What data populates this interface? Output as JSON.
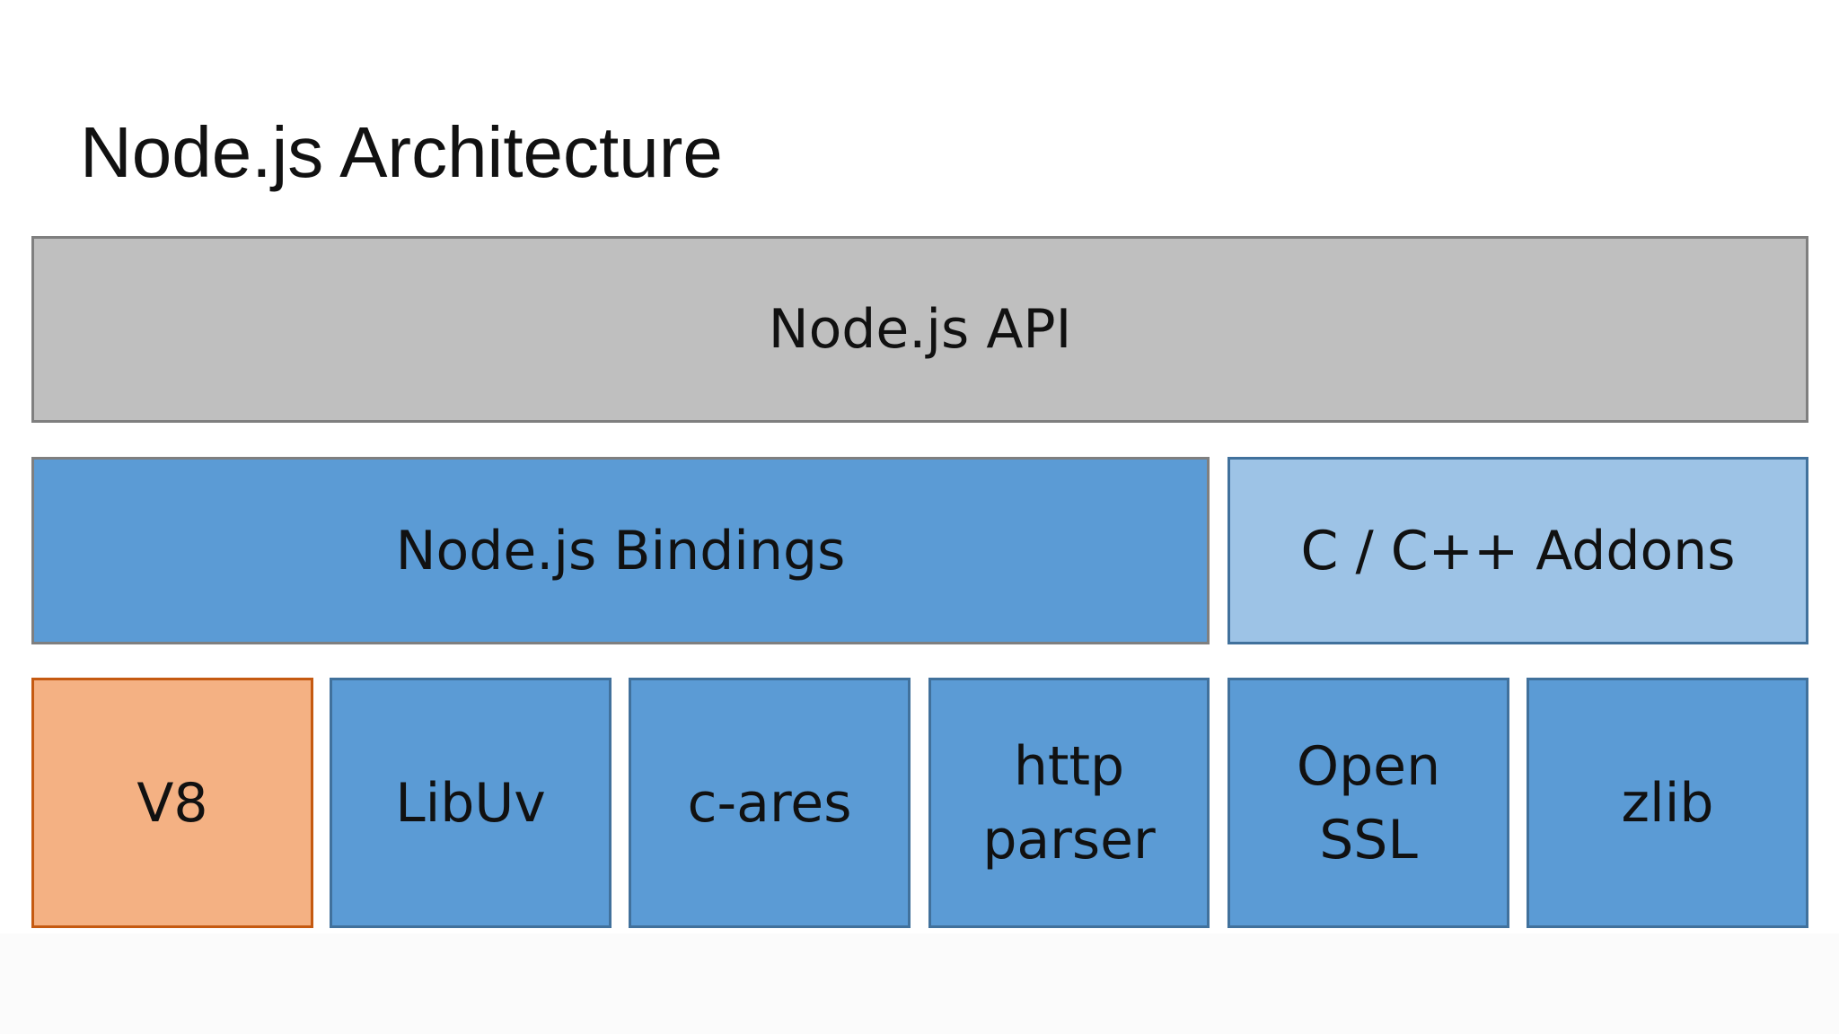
{
  "slide": {
    "title": "Node.js Architecture"
  },
  "layers": {
    "api": {
      "label": "Node.js API"
    },
    "bindings": {
      "label": "Node.js Bindings"
    },
    "addons": {
      "label": "C / C++ Addons"
    }
  },
  "dependencies": [
    {
      "lines": [
        "V8"
      ],
      "kind": "engine"
    },
    {
      "lines": [
        "LibUv"
      ],
      "kind": "library"
    },
    {
      "lines": [
        "c-ares"
      ],
      "kind": "library"
    },
    {
      "lines": [
        "http",
        "parser"
      ],
      "kind": "library"
    },
    {
      "lines": [
        "Open",
        "SSL"
      ],
      "kind": "library"
    },
    {
      "lines": [
        "zlib"
      ],
      "kind": "library"
    }
  ],
  "colors": {
    "api_fill": "#bfbfbf",
    "api_border": "#7f7f7f",
    "bindings_fill": "#5b9bd5",
    "bindings_border": "#7f7f7f",
    "addons_fill": "#9dc3e6",
    "addons_border": "#41719c",
    "library_fill": "#5b9bd5",
    "library_border": "#41719c",
    "engine_fill": "#f4b183",
    "engine_border": "#c55a11"
  }
}
